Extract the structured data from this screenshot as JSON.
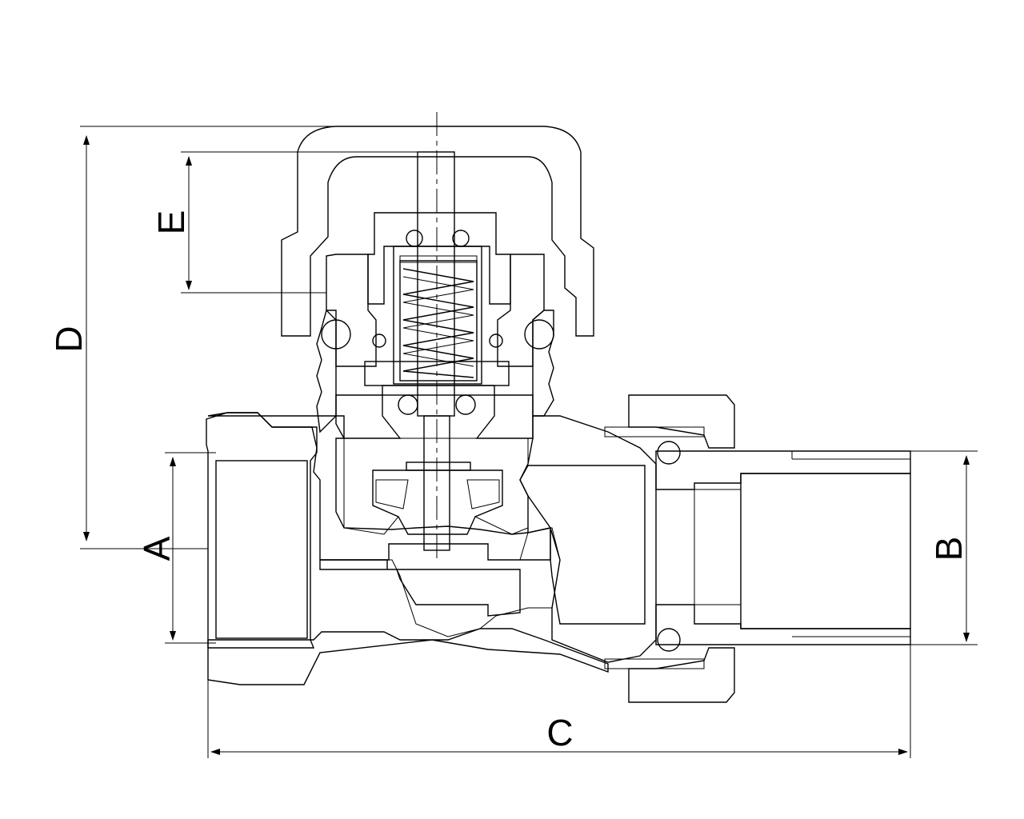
{
  "drawing": {
    "dimensions": {
      "a": "A",
      "b": "B",
      "c": "C",
      "d": "D",
      "e": "E"
    },
    "colors": {
      "line": "#000000",
      "background": "#ffffff"
    }
  }
}
